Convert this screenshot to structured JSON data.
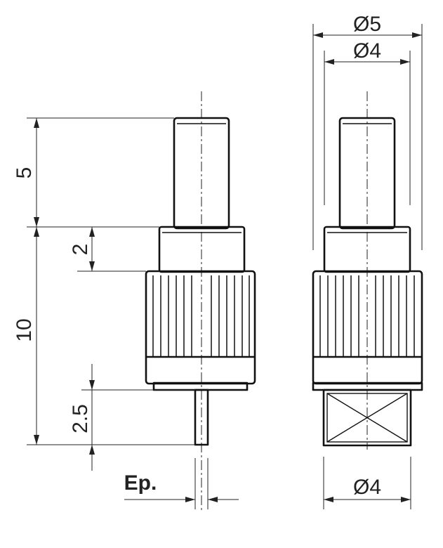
{
  "diagram": {
    "dimensions": {
      "tip_length": "5",
      "nut_step": "2",
      "body_length": "10",
      "pin_length": "2.5",
      "thickness": "Ep.",
      "outer_diameter": "Ø5",
      "tip_diameter": "Ø4",
      "base_diameter": "Ø4"
    }
  }
}
